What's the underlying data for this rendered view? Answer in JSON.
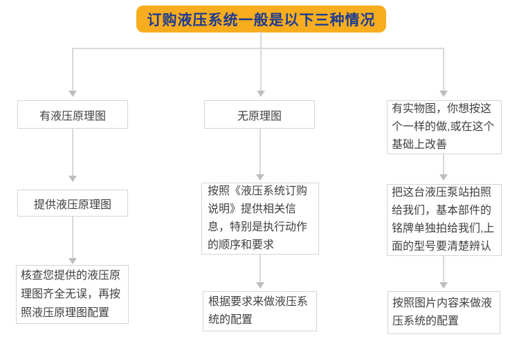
{
  "header": {
    "title": "订购液压系统一般是以下三种情况"
  },
  "colors": {
    "header_bg": "#F8AD1E",
    "header_text": "#1D3C91",
    "box_border": "#D4D4D4",
    "box_text": "#3F3F3F",
    "connector_line": "#D8D8D8",
    "arrowhead": "#BDBDBD",
    "background": "#FFFFFF"
  },
  "diagram_type": "flowchart",
  "columns": [
    {
      "name": "has-hydraulic-schematic",
      "steps": [
        "有液压原理图",
        "提供液压原理图",
        "核查您提供的液压原理图齐全无误，再按照液压原理图配置"
      ]
    },
    {
      "name": "no-schematic",
      "steps": [
        "无原理图",
        "按照《液压系统订购说明》提供相关信息，特别是执行动作的顺序和要求",
        "根据要求来做液压系统的配置"
      ]
    },
    {
      "name": "has-physical-photo",
      "steps": [
        "有实物图，你想按这个一样的做,或在这个基础上改善",
        "把这台液压泵站拍照给我们，基本部件的铭牌单独拍给我们,上面的型号要清楚辨认",
        "按照图片内容来做液压系统的配置"
      ]
    }
  ]
}
